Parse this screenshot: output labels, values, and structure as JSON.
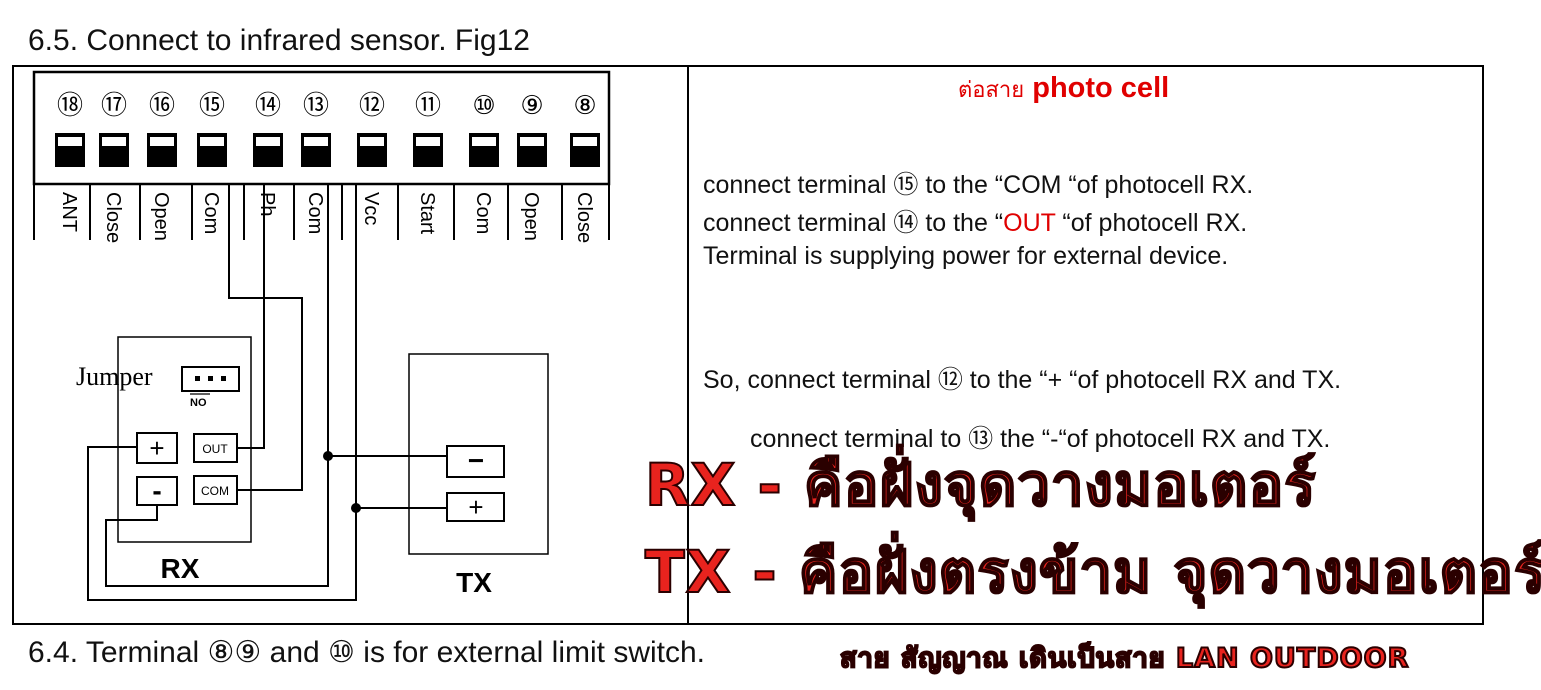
{
  "title": "6.5. Connect to infrared sensor.  Fig12",
  "terminal_block": {
    "numbers": [
      "⑱",
      "⑰",
      "⑯",
      "⑮",
      "⑭",
      "⑬",
      "⑫",
      "⑪",
      "⑩",
      "⑨",
      "⑧"
    ],
    "labels": [
      "ANT",
      "Close",
      "Open",
      "Com",
      "Ph",
      "Com",
      "Vcc",
      "Start",
      "Com",
      "Open",
      "Close"
    ]
  },
  "rx_box": {
    "jumper_label": "Jumper",
    "jumper_tag": "NO",
    "plus": "+",
    "minus": "-",
    "out": "OUT",
    "com": "COM",
    "name": "RX"
  },
  "tx_box": {
    "minus": "−",
    "plus": "+",
    "name": "TX"
  },
  "right_panel": {
    "heading_thai": "ต่อสาย",
    "heading_bold": "photo cell",
    "line1": "connect terminal ⑮ to the “COM “of photocell RX.",
    "line2_pre": "connect terminal ⑭ to the “",
    "line2_red": "OUT",
    "line2_post": " “of photocell RX.",
    "line3": "Terminal is supplying power for external device.",
    "line4": "So, connect terminal ⑫ to the “+ “of photocell RX and TX.",
    "line5": "connect terminal to ⑬ the “-“of photocell RX and TX."
  },
  "overlays": {
    "rx": "RX - คือฝั่งจุดวางมอเตอร์",
    "tx": "TX - คือฝั่งตรงข้าม จุดวางมอเตอร์"
  },
  "footer": {
    "text": "6.4. Terminal ⑧⑨ and ⑩ is for external limit switch.",
    "thai_note": "สาย สัญญาณ เดินเป็นสาย LAN OUTDOOR"
  },
  "colors": {
    "accent_red": "#e00000",
    "overlay_red": "#e8231e"
  }
}
